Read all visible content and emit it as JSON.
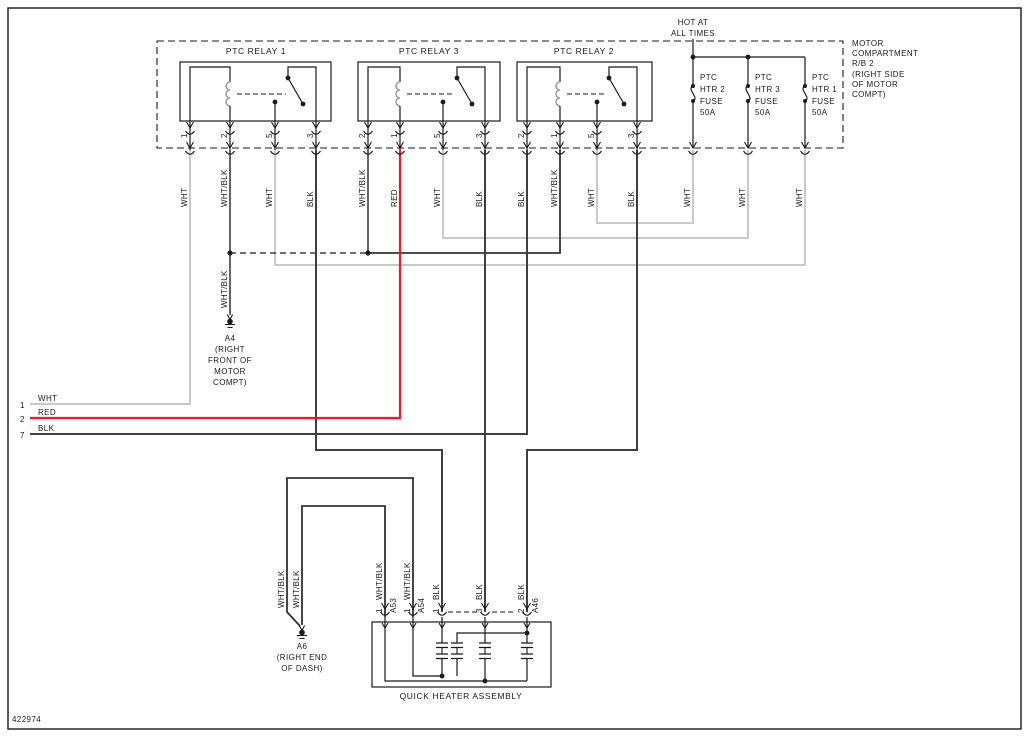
{
  "figure_number": "422974",
  "power": {
    "line1": "HOT AT",
    "line2": "ALL TIMES"
  },
  "rb": {
    "lines": [
      "MOTOR",
      "COMPARTMENT",
      "R/B 2",
      "(RIGHT SIDE",
      "OF MOTOR",
      "COMPT)"
    ]
  },
  "relays": [
    {
      "name": "PTC RELAY 1",
      "pins": [
        "1",
        "2",
        "5",
        "3"
      ],
      "wires": [
        "WHT",
        "WHT/BLK",
        "WHT",
        "BLK"
      ]
    },
    {
      "name": "PTC RELAY 3",
      "pins": [
        "2",
        "1",
        "5",
        "3"
      ],
      "wires": [
        "WHT/BLK",
        "RED",
        "WHT",
        "BLK"
      ]
    },
    {
      "name": "PTC RELAY 2",
      "pins": [
        "2",
        "1",
        "5",
        "3"
      ],
      "wires": [
        "BLK",
        "WHT/BLK",
        "WHT",
        "BLK"
      ]
    }
  ],
  "fuses": [
    {
      "lines": [
        "PTC",
        "HTR 2",
        "FUSE",
        "50A"
      ],
      "wire": "WHT"
    },
    {
      "lines": [
        "PTC",
        "HTR 3",
        "FUSE",
        "50A"
      ],
      "wire": "WHT"
    },
    {
      "lines": [
        "PTC",
        "HTR 1",
        "FUSE",
        "50A"
      ],
      "wire": "WHT"
    }
  ],
  "rows": [
    {
      "num": "1",
      "color": "WHT"
    },
    {
      "num": "2",
      "color": "RED"
    },
    {
      "num": "7",
      "color": "BLK"
    }
  ],
  "grounds": {
    "a4": {
      "id": "A4",
      "wire": "WHT/BLK",
      "lines": [
        "(RIGHT",
        "FRONT OF",
        "MOTOR",
        "COMPT)"
      ]
    },
    "a6": {
      "id": "A6",
      "wires": [
        "WHT/BLK",
        "WHT/BLK"
      ],
      "lines": [
        "(RIGHT END",
        "OF DASH)"
      ]
    }
  },
  "heater": {
    "title": "QUICK HEATER ASSEMBLY",
    "connectors": [
      {
        "pin": "1",
        "wire": "WHT/BLK",
        "conn": "A53"
      },
      {
        "pin": "1",
        "wire": "WHT/BLK",
        "conn": "A54"
      },
      {
        "pin": "1",
        "wire": "BLK",
        "conn": ""
      },
      {
        "pin": "3",
        "wire": "BLK",
        "conn": ""
      },
      {
        "pin": "2",
        "wire": "BLK",
        "conn": "A46"
      }
    ]
  },
  "colors": {
    "wht": "#c9c9c9",
    "blk": "#3f3f3f",
    "wht_blk": "#333333",
    "red": "#ec1c24",
    "outline": "#1a1a1a"
  }
}
